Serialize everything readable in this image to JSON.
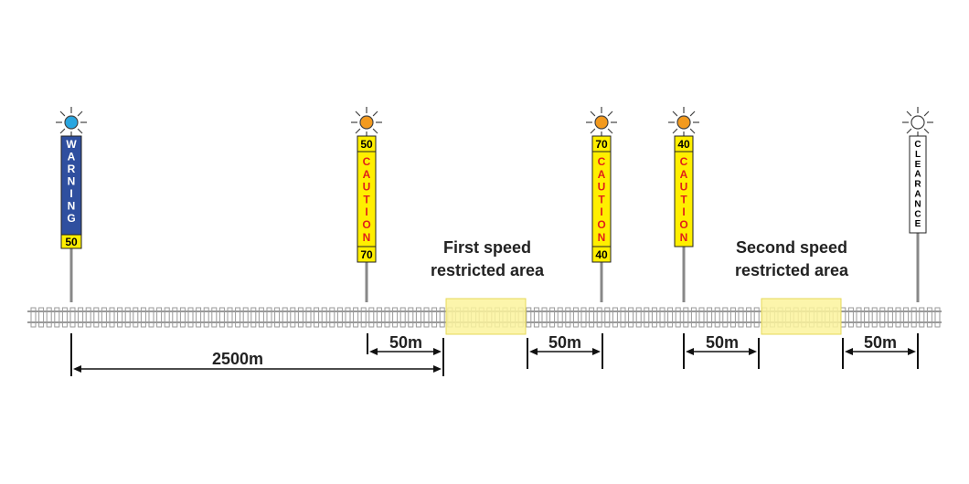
{
  "colors": {
    "warning_board": "#2f4f9f",
    "caution_board": "#ffef00",
    "caution_text": "#e0201a",
    "clearance_board": "#ffffff",
    "restricted_zone": "#fbf39c",
    "lamp_blue": "#2aa6e0",
    "lamp_orange": "#f39a1e",
    "lamp_white": "#ffffff"
  },
  "signs": [
    {
      "id": "warning",
      "word": "WARNING",
      "top_number": "",
      "bottom_number": "50",
      "lamp": "blue-lamp"
    },
    {
      "id": "caution-1",
      "word": "CAUTION",
      "top_number": "50",
      "bottom_number": "70",
      "lamp": "orange-lamp"
    },
    {
      "id": "caution-2",
      "word": "CAUTION",
      "top_number": "70",
      "bottom_number": "40",
      "lamp": "orange-lamp"
    },
    {
      "id": "caution-3",
      "word": "CAUTION",
      "top_number": "40",
      "bottom_number": "",
      "lamp": "orange-lamp"
    },
    {
      "id": "clearance",
      "word": "CLEARANCE",
      "top_number": "",
      "bottom_number": "",
      "lamp": "white-lamp"
    }
  ],
  "areas": [
    {
      "line1": "First speed",
      "line2": "restricted area"
    },
    {
      "line1": "Second speed",
      "line2": "restricted area"
    }
  ],
  "distances": [
    "2500m",
    "50m",
    "50m",
    "50m",
    "50m"
  ]
}
